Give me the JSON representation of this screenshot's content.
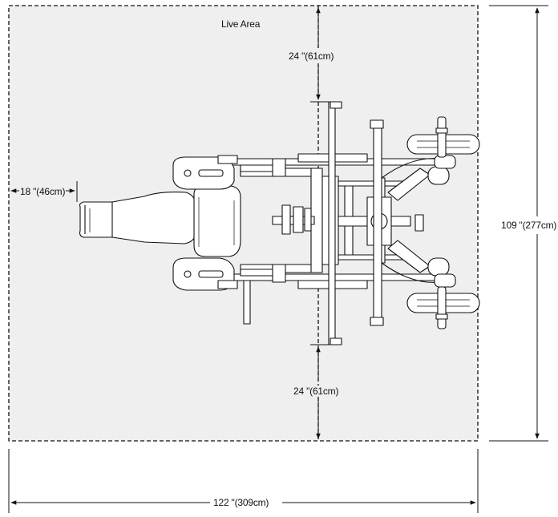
{
  "diagram": {
    "title": "Live Area",
    "dimensions": {
      "top_clearance": "24 \"(61cm)",
      "bottom_clearance": "24 \"(61cm)",
      "left_clearance": "18 \"(46cm)",
      "depth": "109 \"(277cm)",
      "width": "122 \"(309cm)"
    }
  },
  "colors": {
    "live_area_fill": "#efefef",
    "line": "#111111",
    "equipment_fill": "#ffffff"
  }
}
